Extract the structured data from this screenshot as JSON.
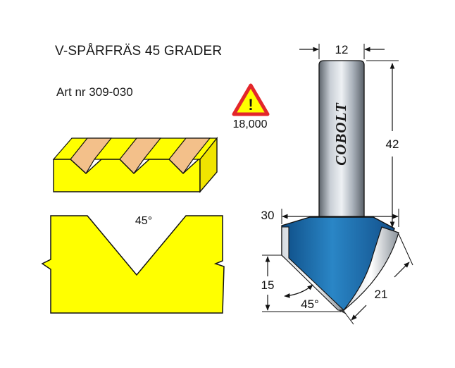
{
  "header": {
    "title": "V-SPÅRFRÄS 45 GRADER",
    "article": "Art nr 309-030"
  },
  "warning": {
    "icon": "warning-triangle-icon",
    "symbol": "!",
    "rpm": "18,000"
  },
  "profile": {
    "angle_label": "45°"
  },
  "tool": {
    "brand": "COBOLT",
    "dims": {
      "shank_diameter": "12",
      "shank_length": "42",
      "cutter_diameter": "30",
      "cut_height": "15",
      "edge_length": "21",
      "angle": "45°"
    }
  },
  "colors": {
    "workpiece_yellow": "#ffff00",
    "groove_tan": "#f3c08a",
    "cutter_blue": "#1f6fb0",
    "shank_grey": "#9aa3ad",
    "warning_red": "#e3262b"
  }
}
